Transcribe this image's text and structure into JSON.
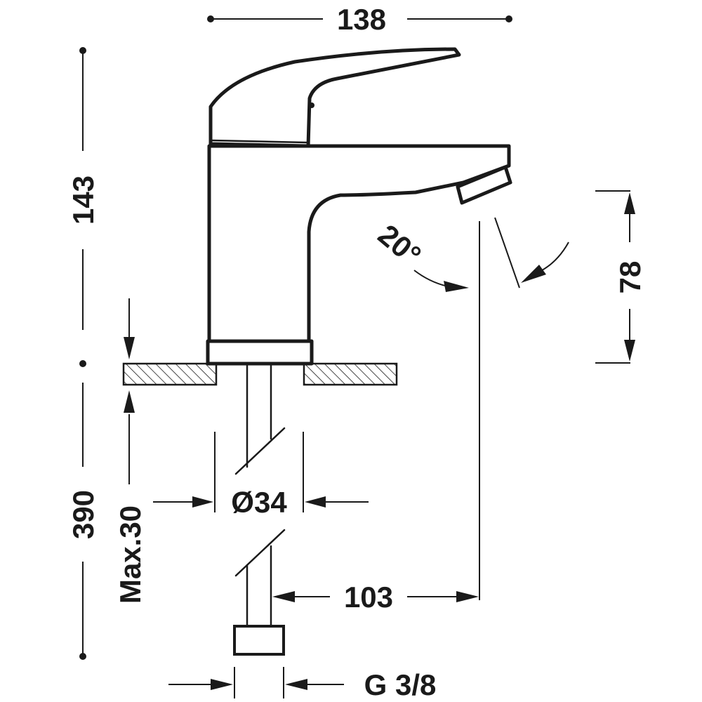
{
  "dimensions": {
    "total_width": "138",
    "body_height": "143",
    "spout_height": "78",
    "spout_angle": "20°",
    "hose_length": "390",
    "max_thickness": "Max.30",
    "hole_diameter": "Ø34",
    "spout_reach": "103",
    "thread": "G 3/8"
  },
  "colors": {
    "line": "#1a1a1a",
    "background": "#ffffff"
  }
}
